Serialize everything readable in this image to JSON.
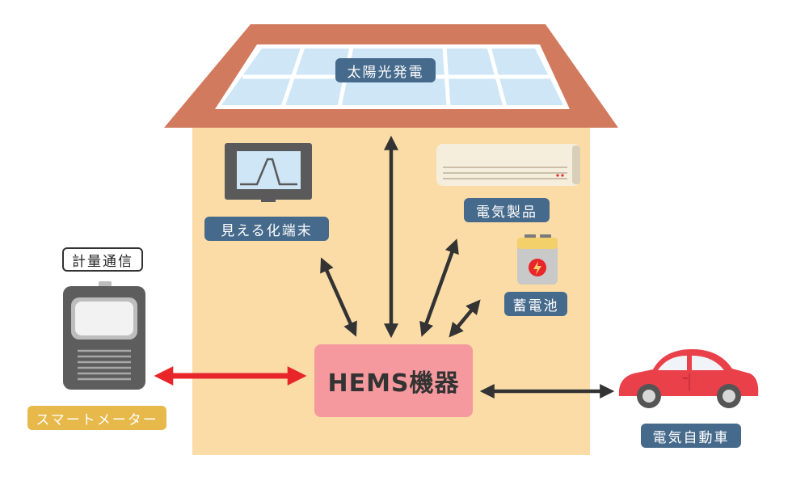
{
  "labels": {
    "solar": "太陽光発電",
    "monitor": "見える化端末",
    "appliance": "電気製品",
    "battery": "蓄電池",
    "hems": "HEMS機器",
    "comm": "計量通信",
    "smart_meter": "スマートメーター",
    "ev": "電気自動車"
  },
  "colors": {
    "roof": "#d27a5e",
    "wall": "#fbdca6",
    "solar_panel": "#cfe6f6",
    "label_blue": "#466a8c",
    "label_gold": "#e7b84a",
    "hems_box": "#f5999e",
    "arrow": "#333333",
    "arrow_red": "#e8262a",
    "car": "#e9404a",
    "meter": "#5d5d5d"
  },
  "icons": [
    "solar-panel-icon",
    "monitor-icon",
    "air-conditioner-icon",
    "battery-icon",
    "smart-meter-icon",
    "car-icon"
  ]
}
